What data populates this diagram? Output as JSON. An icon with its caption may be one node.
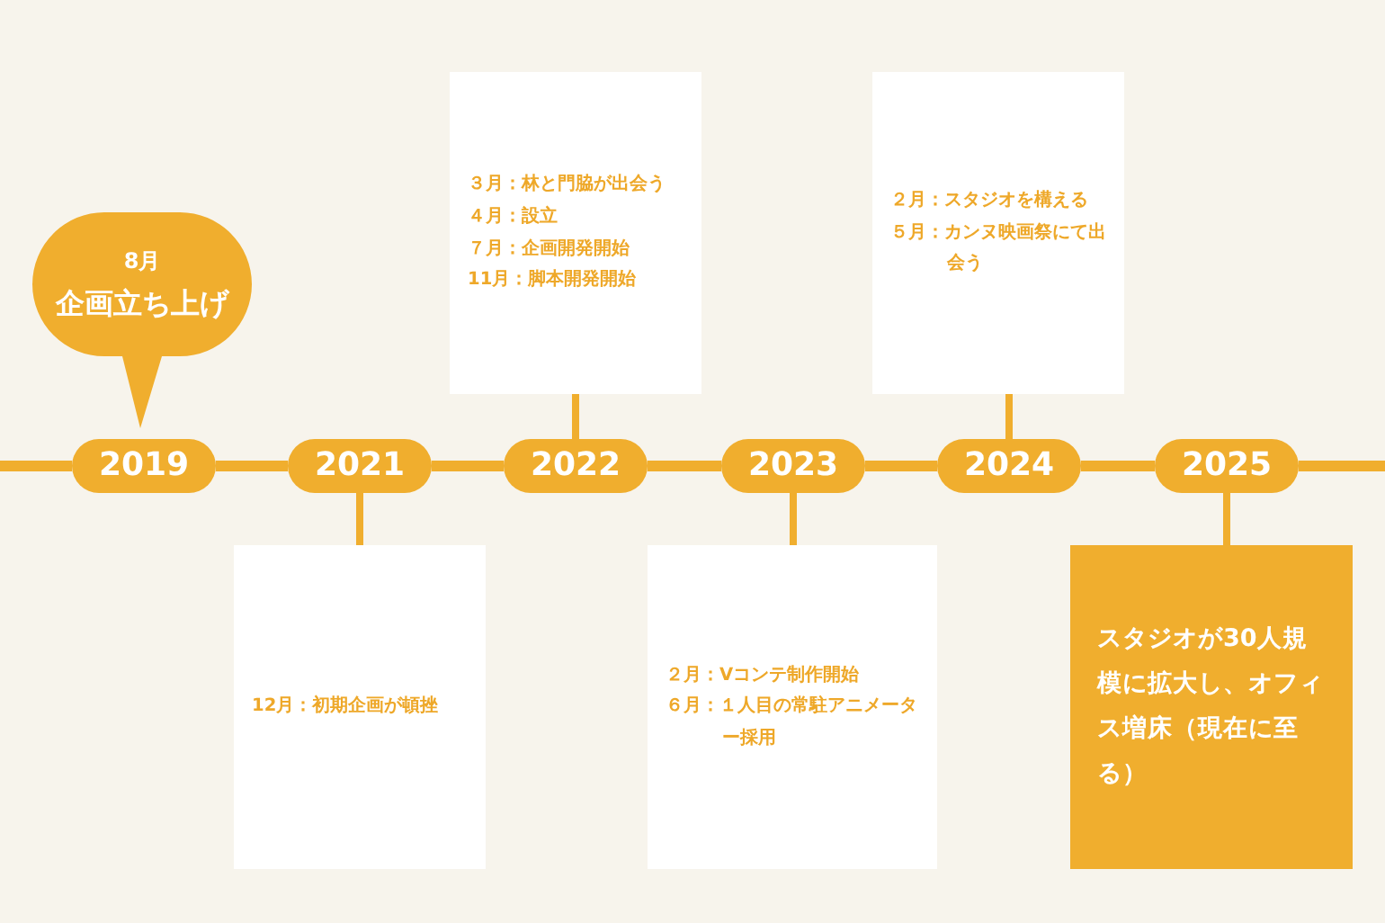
{
  "diagram": {
    "nodes": [
      {
        "text": [
          "8月",
          "企画立ち上げ"
        ]
      },
      {
        "text": [
          "３月：林と門脇が出会う",
          "４月：設立",
          "７月：企画開発開始",
          "11月：脚本開発開始"
        ]
      },
      {
        "text": [
          "２月：スタジオを構える",
          "５月：カンヌ映画祭にて出会う"
        ]
      },
      {
        "text": [
          "2019"
        ]
      },
      {
        "text": [
          "2021"
        ]
      },
      {
        "text": [
          "2022"
        ]
      },
      {
        "text": [
          "2023"
        ]
      },
      {
        "text": [
          "2024"
        ]
      },
      {
        "text": [
          "2025"
        ]
      },
      {
        "text": [
          "12月：初期企画が頓挫"
        ]
      },
      {
        "text": [
          "２月：Vコンテ制作開始",
          "６月：１人目の常駐アニメーター採用"
        ]
      },
      {
        "text": [
          "スタジオが30人規模に拡大し、オフィス増床（現在に至る）"
        ]
      }
    ],
    "edges": [
      {
        "from": null,
        "to": 3,
        "arrow": "none"
      },
      {
        "from": 3,
        "to": 4,
        "arrow": "none"
      },
      {
        "from": 4,
        "to": 5,
        "arrow": "none"
      },
      {
        "from": 5,
        "to": 6,
        "arrow": "none"
      },
      {
        "from": 6,
        "to": 7,
        "arrow": "none"
      },
      {
        "from": 7,
        "to": 8,
        "arrow": "none"
      },
      {
        "from": 8,
        "to": null,
        "arrow": "none"
      },
      {
        "from": 1,
        "to": 5,
        "arrow": "none"
      },
      {
        "from": 2,
        "to": 7,
        "arrow": "none"
      },
      {
        "from": 4,
        "to": 9,
        "arrow": "none"
      },
      {
        "from": 6,
        "to": 10,
        "arrow": "none"
      },
      {
        "from": 8,
        "to": 11,
        "arrow": "none"
      }
    ]
  }
}
